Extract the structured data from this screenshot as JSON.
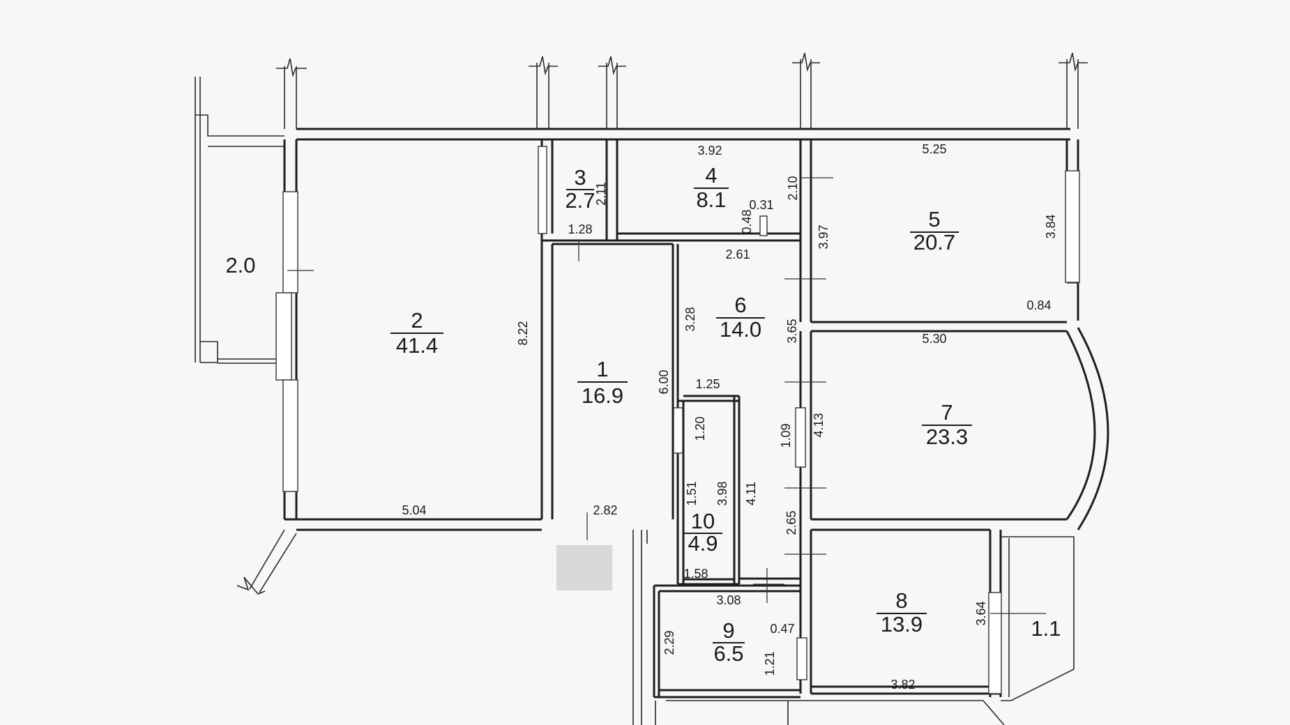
{
  "rooms": [
    {
      "id": "r1",
      "number": "1",
      "area": "16.9"
    },
    {
      "id": "r2",
      "number": "2",
      "area": "41.4"
    },
    {
      "id": "r3",
      "number": "3",
      "area": "2.7"
    },
    {
      "id": "r4",
      "number": "4",
      "area": "8.1"
    },
    {
      "id": "r5",
      "number": "5",
      "area": "20.7"
    },
    {
      "id": "r6",
      "number": "6",
      "area": "14.0"
    },
    {
      "id": "r7",
      "number": "7",
      "area": "23.3"
    },
    {
      "id": "r8",
      "number": "8",
      "area": "13.9"
    },
    {
      "id": "r9",
      "number": "9",
      "area": "6.5"
    },
    {
      "id": "r10",
      "number": "10",
      "area": "4.9"
    }
  ],
  "balconies": [
    {
      "id": "b-left",
      "area": "2.0"
    },
    {
      "id": "b-right",
      "area": "1.1"
    }
  ],
  "dimensions": [
    "3.92",
    "5.25",
    "2.10",
    "0.31",
    "0.48",
    "1.28",
    "3.97",
    "3.84",
    "2.61",
    "0.84",
    "3.28",
    "3.65",
    "5.30",
    "8.22",
    "6.00",
    "1.25",
    "1.20",
    "1.09",
    "4.13",
    "1.51",
    "3.98",
    "4.11",
    "5.04",
    "2.82",
    "2.65",
    "1.58",
    "3.08",
    "0.47",
    "2.29",
    "1.21",
    "3.64",
    "3.82",
    "2.11"
  ]
}
